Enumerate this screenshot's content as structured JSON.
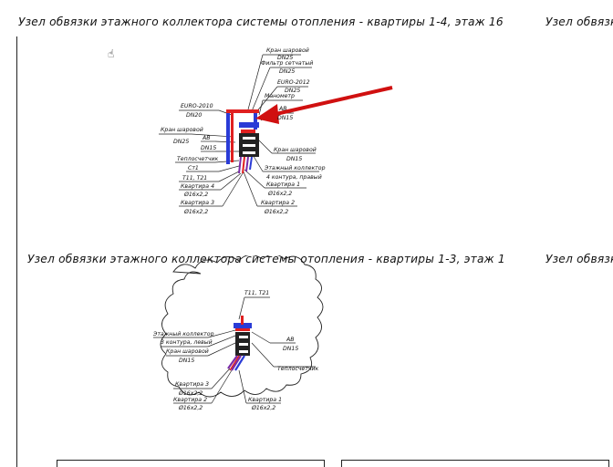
{
  "titles": {
    "top_main": "Узел обвязки этажного коллектора системы отопления - квартиры 1-4, этаж 16",
    "top_cut": "Узел обвязк",
    "bottom_main": "Узел обвязки этажного коллектора системы отопления - квартиры 1-3, этаж 1",
    "bottom_cut": "Узел обвязк"
  },
  "diagram_top": {
    "labels": {
      "kran_sharovoy_top": "Кран шаровой",
      "dn25_a": "DN25",
      "filtr": "Фильтр сетчатый",
      "dn25_b": "DN25",
      "euro2012": "EURO-2012",
      "dn25_c": "DN25",
      "manometr": "Манометр",
      "ab_right": "АВ",
      "dn15_right": "DN15",
      "euro2010": "EURO-2010",
      "dn20": "DN20",
      "kran_sharovoy_left": "Кран шаровой",
      "dn25_left": "DN25",
      "ab_left": "АВ",
      "dn15_left": "DN15",
      "teploschetchik": "Теплосчетчик",
      "st1": "Ст1",
      "t11t21": "Т11, Т21",
      "kv4": "Квартира 4",
      "d16_a": "Ø16х2,2",
      "kv3": "Квартира 3",
      "d16_b": "Ø16х2,2",
      "kran_sharovoy_r2": "Кран шаровой",
      "dn15_r2": "DN15",
      "kollektor": "Этажный коллектор",
      "kollektor_sub": "4 контура, правый",
      "kv1": "Квартира 1",
      "d16_c": "Ø16х2,2",
      "kv2": "Квартира 2",
      "d16_d": "Ø16х2,2"
    }
  },
  "diagram_bottom": {
    "labels": {
      "t11t21": "Т11, Т21",
      "kollektor": "Этажный коллектор",
      "kollektor_sub": "3 контура, левый",
      "kran_sharovoy": "Кран шаровой",
      "dn15": "DN15",
      "ab": "АВ",
      "dn15_right": "DN15",
      "teploschetchik": "Теплосчетчик",
      "kv3": "Квартира 3",
      "d16_a": "Ø16х2,2",
      "kv2": "Квартира 2",
      "d16_b": "Ø16х2,2",
      "kv1": "Квартира 1",
      "d16_c": "Ø16х2,2"
    }
  },
  "colors": {
    "supply_pipe": "#e02020",
    "return_pipe": "#2a3bd6",
    "collector_pipe": "#7a2aa8",
    "annotation_arrow": "#d01010",
    "line": "#222222"
  },
  "icons": {
    "cursor": "hand-cursor-icon"
  }
}
